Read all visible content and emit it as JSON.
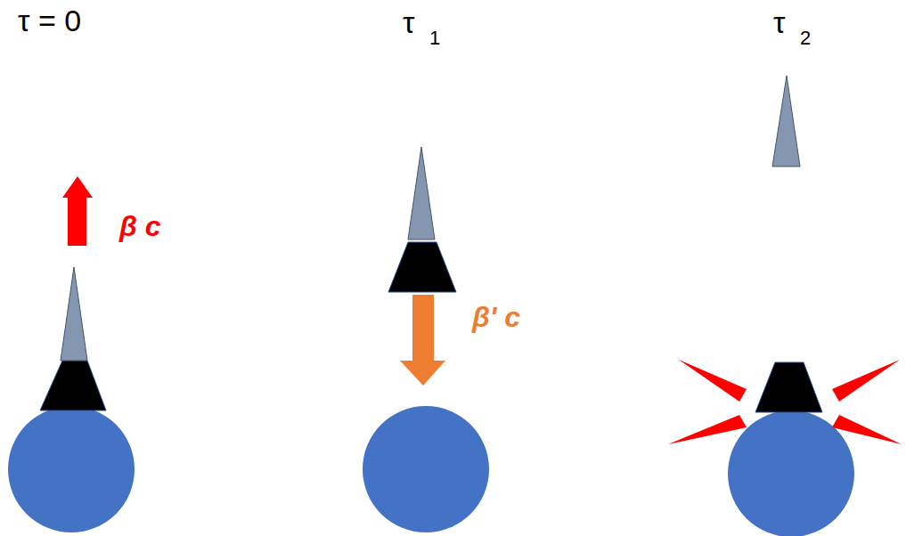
{
  "diagram": {
    "labels": [
      "τ = 0",
      "τ",
      "1",
      "τ",
      "2",
      "β c",
      "β' c"
    ]
  }
}
